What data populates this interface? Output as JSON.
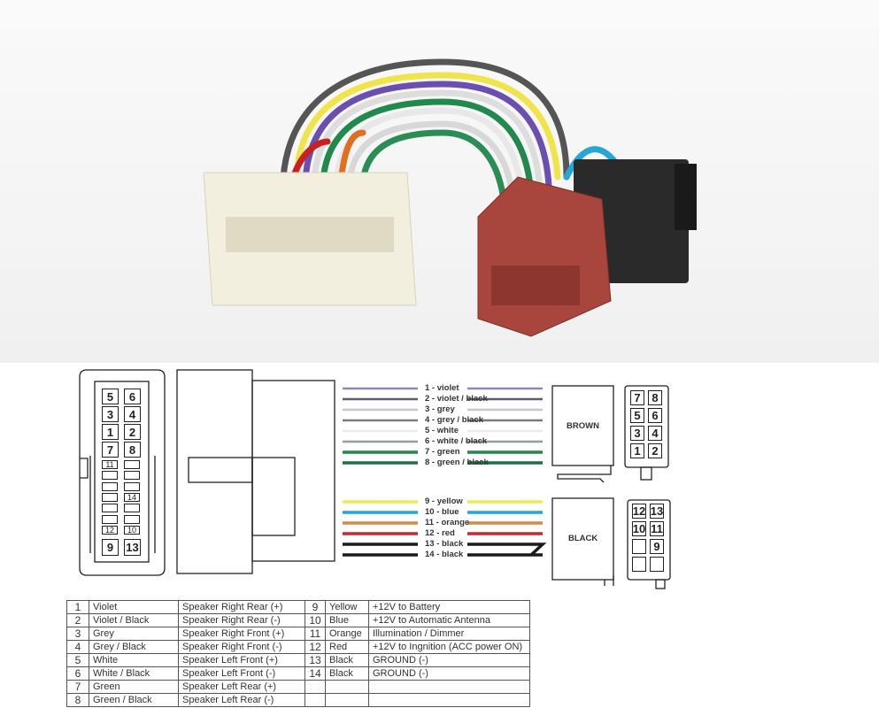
{
  "photo": {
    "description_colors": {
      "white_connector": "#f3efdf",
      "brown_connector": "#a8453c",
      "black_connector": "#2a2a2a"
    }
  },
  "left_connector": {
    "large_pins": [
      [
        "5",
        "6"
      ],
      [
        "3",
        "4"
      ],
      [
        "1",
        "2"
      ],
      [
        "7",
        "8"
      ]
    ],
    "small_left": [
      "11",
      "",
      "",
      "",
      "",
      "",
      "12"
    ],
    "small_right": [
      "",
      "",
      "",
      "14",
      "",
      "",
      "10"
    ],
    "bottom_pins": [
      "9",
      "13"
    ]
  },
  "wires": [
    {
      "label": "1 - violet",
      "color": "#8a88b8",
      "group": 0
    },
    {
      "label": "2 - violet / black",
      "color": "#5c5a78",
      "group": 0
    },
    {
      "label": "3 - grey",
      "color": "#c8c8c8",
      "group": 0
    },
    {
      "label": "4 - grey / black",
      "color": "#7a7a7a",
      "group": 0
    },
    {
      "label": "5 - white",
      "color": "#ececec",
      "group": 0
    },
    {
      "label": "6 - white / black",
      "color": "#9a9a9a",
      "group": 0
    },
    {
      "label": "7 - green",
      "color": "#1f8a4c",
      "group": 0
    },
    {
      "label": "8 - green / black",
      "color": "#1e6e48",
      "group": 0
    },
    {
      "label": "9 - yellow",
      "color": "#f2e94a",
      "group": 1
    },
    {
      "label": "10 - blue",
      "color": "#26a6d6",
      "group": 1
    },
    {
      "label": "11 - orange",
      "color": "#d88a3e",
      "group": 1
    },
    {
      "label": "12 - red",
      "color": "#c8282a",
      "group": 1
    },
    {
      "label": "13 - black",
      "color": "#1a1a1a",
      "group": 1
    },
    {
      "label": "14 - black",
      "color": "#1a1a1a",
      "group": 1
    }
  ],
  "brown": {
    "label": "BROWN",
    "pins": [
      [
        "7",
        "8"
      ],
      [
        "5",
        "6"
      ],
      [
        "3",
        "4"
      ],
      [
        "1",
        "2"
      ]
    ]
  },
  "black": {
    "label": "BLACK",
    "pins": [
      [
        "12",
        "13"
      ],
      [
        "10",
        "11"
      ],
      [
        "",
        "9"
      ],
      [
        "",
        ""
      ]
    ]
  },
  "table": {
    "left": [
      [
        "1",
        "Violet",
        "Speaker Right Rear (+)"
      ],
      [
        "2",
        "Violet / Black",
        "Speaker Right Rear (-)"
      ],
      [
        "3",
        "Grey",
        "Speaker Right Front (+)"
      ],
      [
        "4",
        "Grey / Black",
        "Speaker Right Front (-)"
      ],
      [
        "5",
        "White",
        "Speaker Left Front (+)"
      ],
      [
        "6",
        "White / Black",
        "Speaker Left Front (-)"
      ],
      [
        "7",
        "Green",
        "Speaker Left Rear (+)"
      ],
      [
        "8",
        "Green / Black",
        "Speaker Left Rear (-)"
      ]
    ],
    "right": [
      [
        "9",
        "Yellow",
        "+12V to Battery"
      ],
      [
        "10",
        "Blue",
        "+12V to Automatic Antenna"
      ],
      [
        "11",
        "Orange",
        "Illumination / Dimmer"
      ],
      [
        "12",
        "Red",
        "+12V to Ingnition (ACC power ON)"
      ],
      [
        "13",
        "Black",
        "GROUND (-)"
      ],
      [
        "14",
        "Black",
        "GROUND (-)"
      ],
      [
        "",
        "",
        ""
      ],
      [
        "",
        "",
        ""
      ]
    ]
  }
}
